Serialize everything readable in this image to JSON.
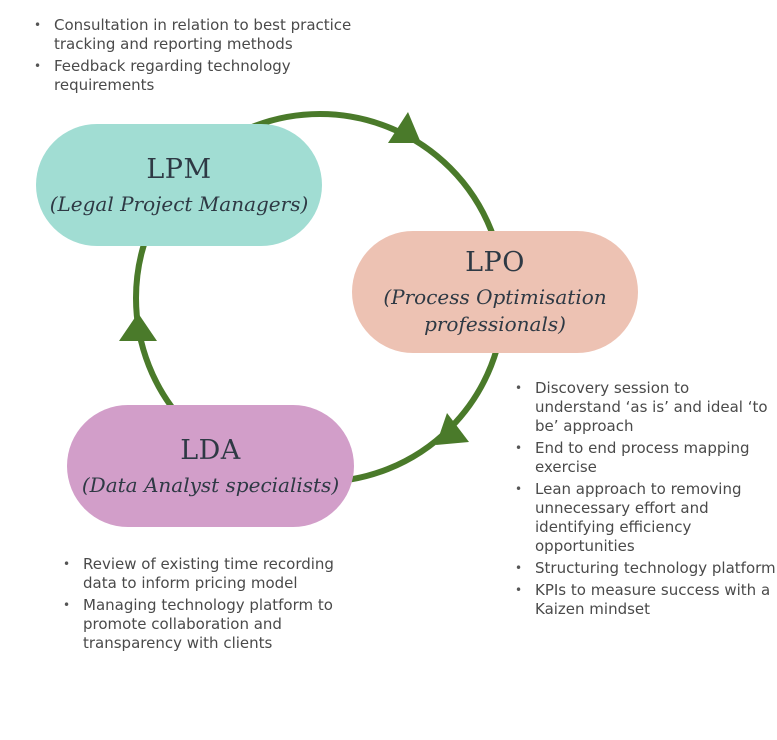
{
  "colors": {
    "cycle_line": "#4a7a2a",
    "lpm_fill": "#a1ddd3",
    "lpo_fill": "#edc2b3",
    "lda_fill": "#d29ec9",
    "heading_text": "#2e3944",
    "bullet_text": "#4a4a4a"
  },
  "nodes": {
    "lpm": {
      "abbr": "LPM",
      "full": "(Legal Project Managers)"
    },
    "lpo": {
      "abbr": "LPO",
      "full": "(Process Optimisation professionals)"
    },
    "lda": {
      "abbr": "LDA",
      "full": "(Data Analyst specialists)"
    }
  },
  "bullets": {
    "lpm": [
      "Consultation in relation to best practice tracking and reporting methods",
      "Feedback regarding technology requirements"
    ],
    "lpo": [
      "Discovery session to understand ‘as is’ and ideal ‘to be’ approach",
      "End to end process mapping exercise",
      "Lean approach to removing unnecessary effort and identifying efficiency opportunities",
      "Structuring technology platform",
      "KPIs to measure success with a Kaizen mindset"
    ],
    "lda": [
      "Review of existing time recording data to inform pricing model",
      "Managing technology platform to promote collaboration and transparency with clients"
    ]
  },
  "cycle": {
    "direction": "clockwise",
    "order": [
      "LPM",
      "LPO",
      "LDA"
    ]
  }
}
